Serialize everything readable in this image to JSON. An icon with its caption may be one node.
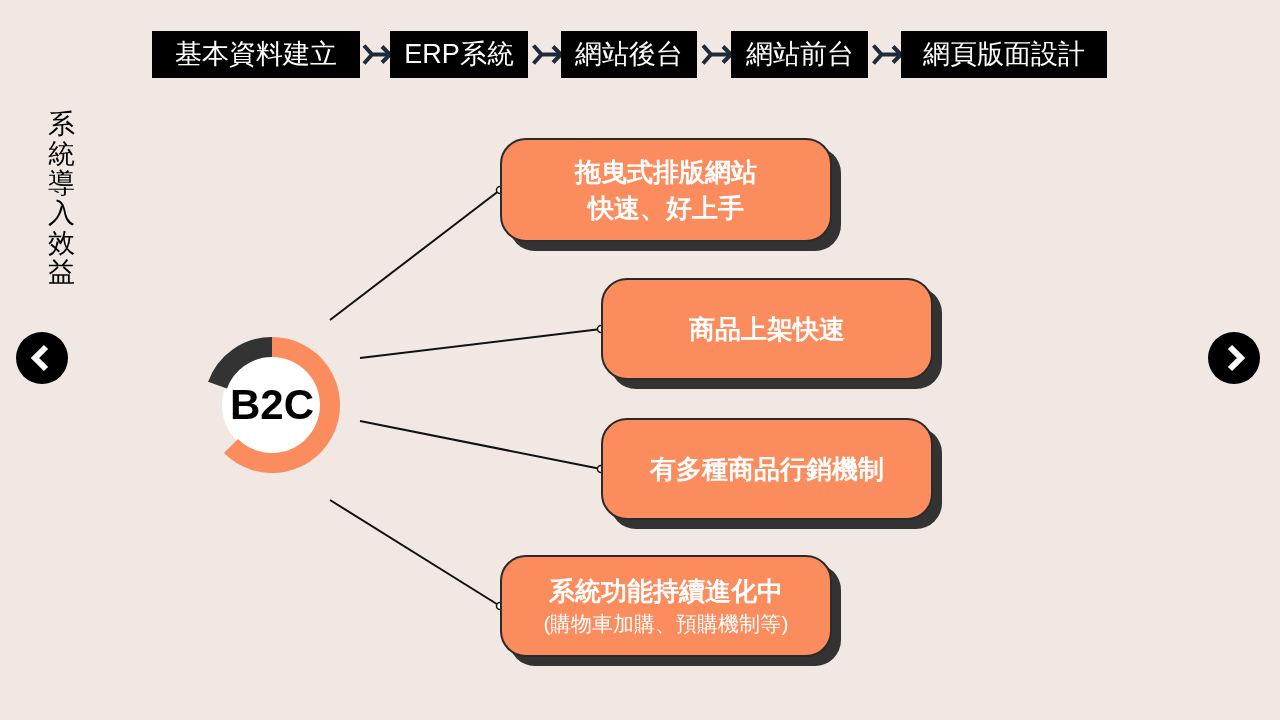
{
  "diagram": {
    "nodes": [
      {
        "text": [
          "基本資料建立"
        ]
      },
      {
        "text": [
          "ERP系統"
        ]
      },
      {
        "text": [
          "網站後台"
        ]
      },
      {
        "text": [
          "網站前台"
        ]
      },
      {
        "text": [
          "網頁版面設計"
        ]
      },
      {
        "text": [
          "B2C"
        ]
      },
      {
        "text": [
          "拖曳式排版網站",
          "快速、好上手"
        ]
      },
      {
        "text": [
          "商品上架快速"
        ]
      },
      {
        "text": [
          "有多種商品行銷機制"
        ]
      },
      {
        "text": [
          "系統功能持續進化中",
          "(購物車加購、預購機制等)"
        ]
      }
    ],
    "edges": [
      {
        "from": 0,
        "to": 1,
        "arrow": "to",
        "style": "thick"
      },
      {
        "from": 1,
        "to": 2,
        "arrow": "to",
        "style": "thick"
      },
      {
        "from": 2,
        "to": 3,
        "arrow": "to",
        "style": "thick"
      },
      {
        "from": 3,
        "to": 4,
        "arrow": "to",
        "style": "thick"
      },
      {
        "from": 5,
        "to": 6,
        "arrow": "other"
      },
      {
        "from": 5,
        "to": 7,
        "arrow": "other"
      },
      {
        "from": 5,
        "to": 8,
        "arrow": "other"
      },
      {
        "from": 5,
        "to": 9,
        "arrow": "other"
      }
    ],
    "labels": [
      "系統導入效益"
    ]
  }
}
